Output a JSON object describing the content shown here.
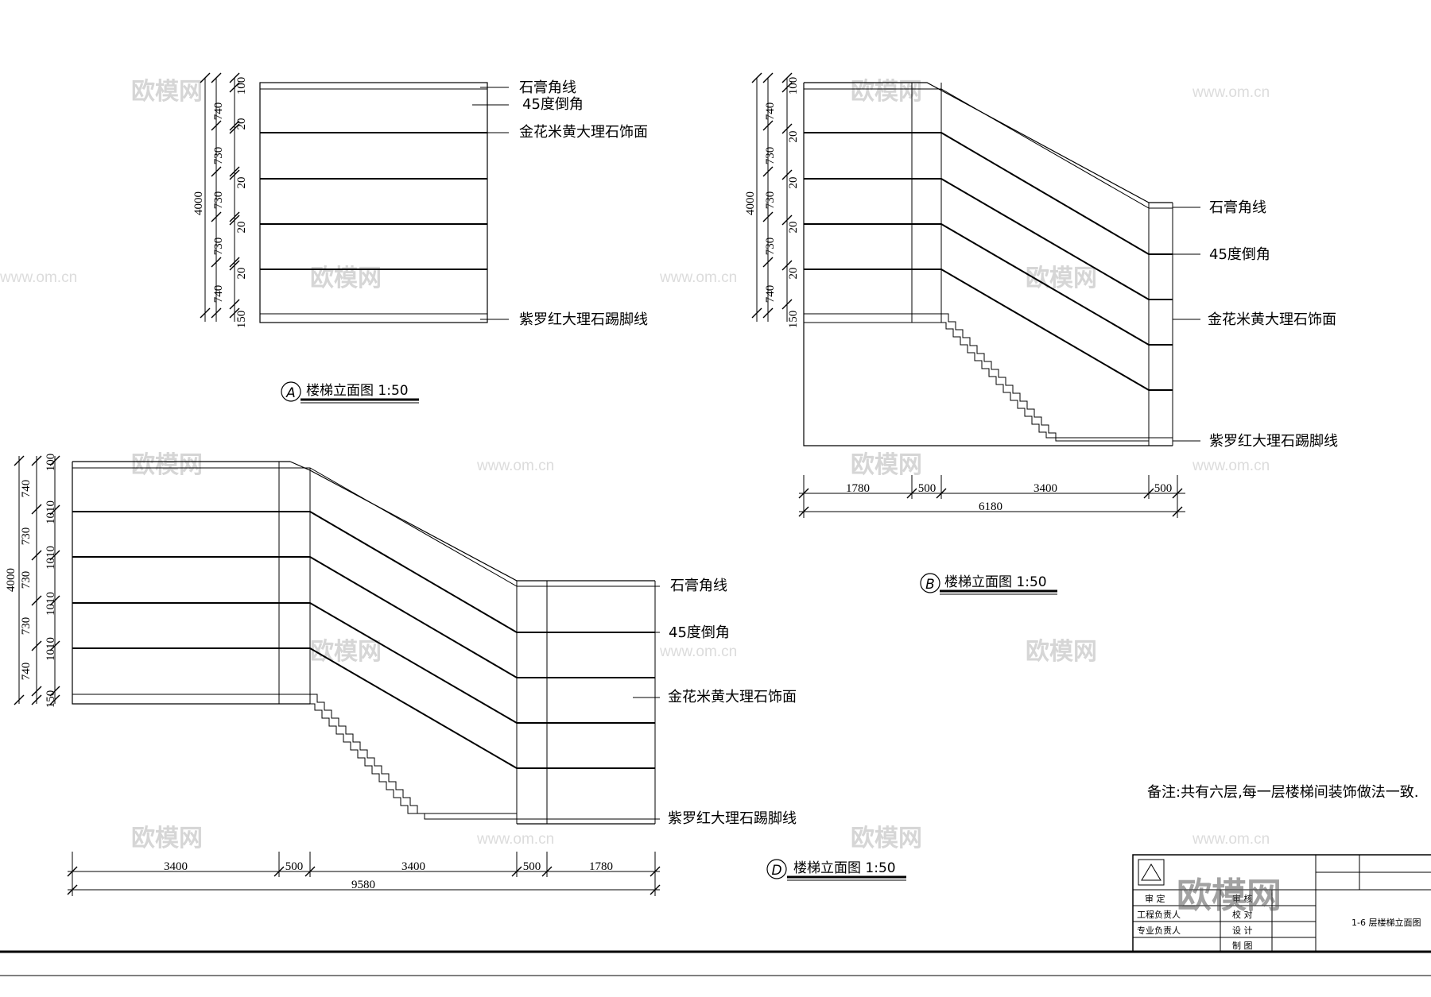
{
  "labels": {
    "plaster": "石膏角线",
    "chamfer": "45度倒角",
    "marble": "金花米黄大理石饰面",
    "skirting": "紫罗红大理石踢脚线"
  },
  "titles": {
    "a": "楼梯立面图 1:50",
    "b": "楼梯立面图 1:50",
    "d": "楼梯立面图 1:50"
  },
  "marks": {
    "a": "A",
    "b": "B",
    "d": "D"
  },
  "note": "备注:共有六层,每一层楼梯间装饰做法一致.",
  "dims_a": {
    "total": "4000",
    "outer": [
      "740",
      "730",
      "730",
      "730",
      "740"
    ],
    "inner": [
      "100",
      "20",
      "20",
      "20",
      "20",
      "150"
    ]
  },
  "dims_b": {
    "total": "4000",
    "outer": [
      "740",
      "730",
      "730",
      "730",
      "740"
    ],
    "inner": [
      "100",
      "20",
      "20",
      "20",
      "20",
      "150"
    ],
    "horiz": [
      "1780",
      "500",
      "3400",
      "500"
    ],
    "horiz_total": "6180"
  },
  "dims_d": {
    "total": "4000",
    "outer": [
      "740",
      "730",
      "730",
      "730",
      "740"
    ],
    "inner": [
      "100",
      "1010",
      "1010",
      "1010",
      "1010",
      "150"
    ],
    "horiz": [
      "3400",
      "500",
      "3400",
      "500",
      "1780"
    ],
    "horiz_total": "9580"
  },
  "titleblock": {
    "row1": "审  定",
    "row2": "工程负责人",
    "row3": "专业负责人",
    "c1": "审  核",
    "c2": "校  对",
    "c3": "设  计",
    "c4": "制  图",
    "drawing_name": "1-6 层楼梯立面图",
    "watermark": "欧模网"
  },
  "watermarks": {
    "logo": "欧模网",
    "url": "www.om.cn"
  }
}
